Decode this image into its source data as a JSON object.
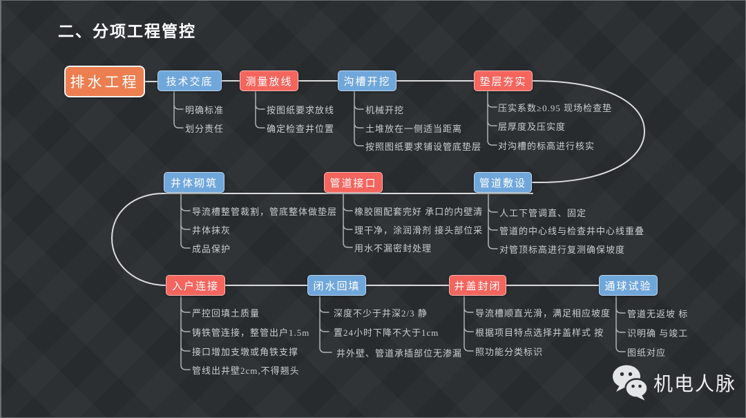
{
  "slide": {
    "title": "二、分项工程管控",
    "watermark": {
      "label": "机电人脉",
      "icon": "wechat-icon"
    }
  },
  "colors": {
    "background": "#2c3033",
    "red_node": "#f4655e",
    "blue_node": "#70a7db",
    "orange_root_node": "#ec7e50",
    "connector_line": "#ececec",
    "leaf_text": "#c9cdd0"
  },
  "flow": {
    "root": {
      "label": "排水工程"
    },
    "nodes": [
      {
        "label": "技术交底",
        "color": "blue",
        "items": [
          "明确标准",
          "划分责任"
        ]
      },
      {
        "label": "测量放线",
        "color": "red",
        "items": [
          "按图纸要求放线",
          "确定检查井位置"
        ]
      },
      {
        "label": "沟槽开挖",
        "color": "blue",
        "items": [
          "机械开挖",
          "土堆放在一侧适当距离",
          "按照图纸要求铺设管底垫层"
        ]
      },
      {
        "label": "垫层夯实",
        "color": "red",
        "items": [
          "压实系数≥0.95 现场检查垫",
          "层厚度及压实度",
          "对沟槽的标高进行核实"
        ]
      },
      {
        "label": "井体砌筑",
        "color": "blue",
        "items": [
          "导流槽整管裁割，管底整体做垫层",
          "井体抹灰",
          "成品保护"
        ]
      },
      {
        "label": "管道接口",
        "color": "red",
        "items": [
          "橡胶圈配套完好 承口的内壁清",
          "理干净，涂润滑剂 接头部位采",
          "用水不漏密封处理"
        ]
      },
      {
        "label": "管道敷设",
        "color": "blue",
        "items": [
          "人工下管调直、固定",
          "管道的中心线与检查井中心线重叠",
          "对管顶标高进行复测确保坡度"
        ]
      },
      {
        "label": "入户连接",
        "color": "red",
        "items": [
          "严控回填土质量",
          "铸铁管连接，整管出户1.5m",
          "接口增加支墩或角铁支撑",
          "管线出井壁2cm,不得翘头"
        ]
      },
      {
        "label": "闭水回填",
        "color": "blue",
        "items": [
          "深度不少于井深2/3  静",
          "置24小时下降不大于1cm",
          "井外壁、管道承插部位无渗漏"
        ]
      },
      {
        "label": "井盖封闭",
        "color": "red",
        "items": [
          "导流槽顺直光滑，满足相应坡度",
          "根据项目特点选择井盖样式 按",
          "照功能分类标识"
        ]
      },
      {
        "label": "通球试验",
        "color": "blue",
        "items": [
          "管道无返坡 标",
          "识明确 与竣工",
          "图纸对应"
        ]
      }
    ]
  }
}
